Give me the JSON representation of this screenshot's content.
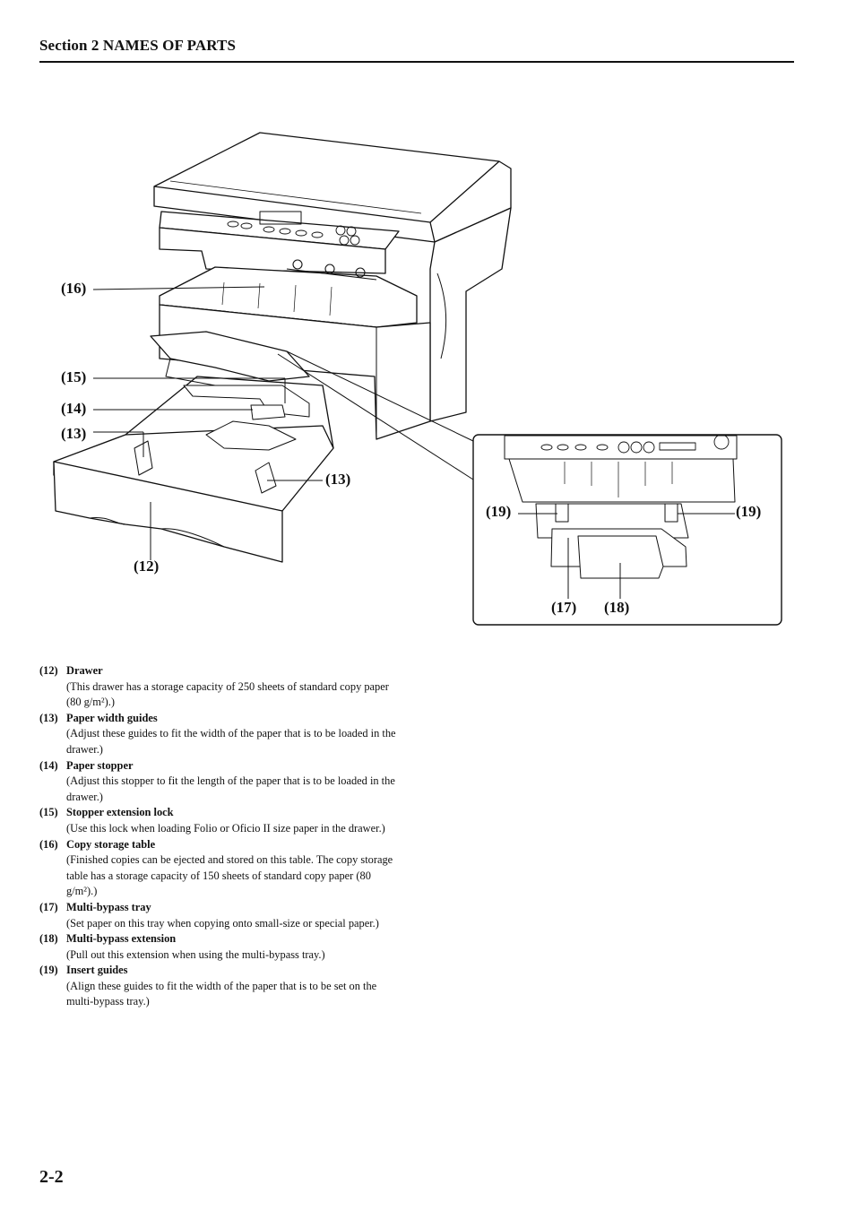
{
  "header": {
    "section_title": "Section 2  NAMES OF PARTS"
  },
  "figure": {
    "callouts": {
      "c16": "(16)",
      "c15": "(15)",
      "c14": "(14)",
      "c13_left": "(13)",
      "c13_right": "(13)",
      "c12": "(12)",
      "c19_left": "(19)",
      "c19_right": "(19)",
      "c17": "(17)",
      "c18": "(18)"
    }
  },
  "parts": [
    {
      "num": "(12)",
      "name": "Drawer",
      "desc": "(This drawer has a storage capacity of 250 sheets of standard copy paper (80 g/m²).)"
    },
    {
      "num": "(13)",
      "name": "Paper width guides",
      "desc": "(Adjust these guides to fit the width of the paper that is to be loaded in the drawer.)"
    },
    {
      "num": "(14)",
      "name": "Paper stopper",
      "desc": "(Adjust this stopper to fit the length of the paper that is to be loaded in the drawer.)"
    },
    {
      "num": "(15)",
      "name": "Stopper extension lock",
      "desc": "(Use this lock when loading Folio or Oficio II size paper in the drawer.)"
    },
    {
      "num": "(16)",
      "name": "Copy storage table",
      "desc": "(Finished copies can be ejected and stored on this table. The copy storage table has a storage capacity of 150 sheets of standard copy paper (80 g/m²).)"
    },
    {
      "num": "(17)",
      "name": "Multi-bypass tray",
      "desc": "(Set paper on this tray when copying onto small-size or special paper.)"
    },
    {
      "num": "(18)",
      "name": "Multi-bypass extension",
      "desc": "(Pull out this extension when using the multi-bypass tray.)"
    },
    {
      "num": "(19)",
      "name": "Insert guides",
      "desc": "(Align these guides to fit the width of the paper that is to be set on the multi-bypass tray.)"
    }
  ],
  "footer": {
    "page_number": "2-2"
  }
}
